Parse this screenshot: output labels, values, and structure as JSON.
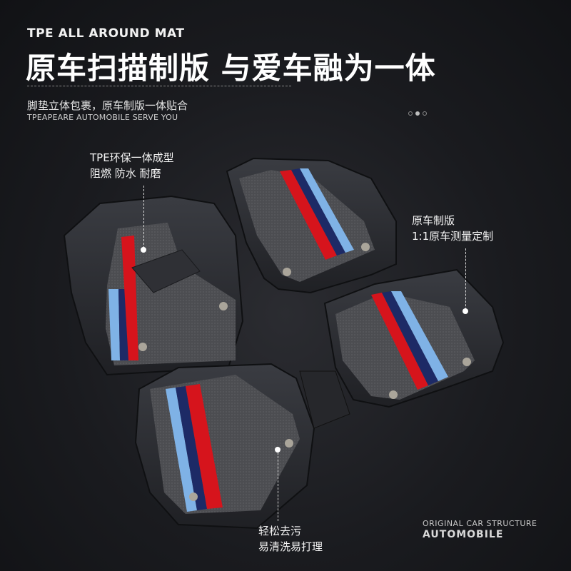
{
  "header": {
    "eyebrow": "TPE ALL AROUND MAT",
    "headline": "原车扫描制版 与爱车融为一体",
    "subtitle": "脚垫立体包裹，原车制版一体贴合",
    "tagline": "TPEAPEARE AUTOMOBILE SERVE YOU"
  },
  "callouts": {
    "tpe_line1": "TPE环保一体成型",
    "tpe_line2": "阻燃 防水 耐磨",
    "fit_line1": "原车制版",
    "fit_line2": "1:1原车测量定制",
    "clean_line1": "轻松去污",
    "clean_line2": "易清洗易打理"
  },
  "brand": {
    "line1": "ORIGINAL CAR STRUCTURE",
    "line2": "AUTOMOBILE"
  },
  "colors": {
    "background": "#1a1b1f",
    "mat_shell": "#2a2c31",
    "carpet": "#4a4b4f",
    "stripe_light_blue": "#7fb2e6",
    "stripe_navy": "#1d2a66",
    "stripe_red": "#d6141c"
  }
}
